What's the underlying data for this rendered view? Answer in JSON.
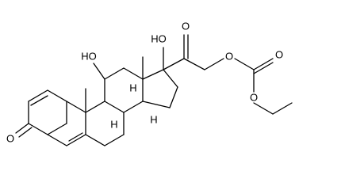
{
  "molecule": {
    "labels": {
      "oh_11": "HO",
      "oh_17": "HO",
      "o_ketone_20": "O",
      "o_ester_link": "O",
      "o_carbonate_carbonyl": "O",
      "o_ethoxy": "O",
      "o_ketone_3": "O",
      "h_9": "H",
      "h_8": "H",
      "h_14": "H"
    }
  }
}
